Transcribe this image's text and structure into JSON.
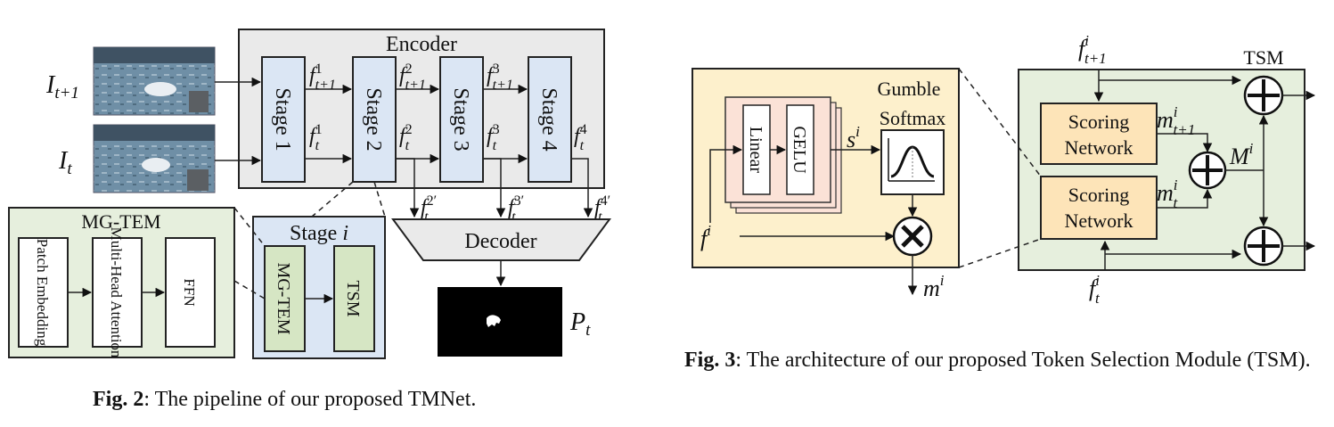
{
  "fig2": {
    "encoder_title": "Encoder",
    "input_next": "I",
    "input_next_sub": "t+1",
    "input_cur": "I",
    "input_cur_sub": "t",
    "stage1": "Stage 1",
    "stage2": "Stage 2",
    "stage3": "Stage 3",
    "stage4": "Stage 4",
    "f": "f",
    "sup1": "1",
    "sup2": "2",
    "sup3": "3",
    "sup4": "4",
    "sub_next": "t+1",
    "sub_cur": "t",
    "sup2p": "2′",
    "sup3p": "3′",
    "sup4p": "4′",
    "decoder": "Decoder",
    "output": "P",
    "output_sub": "t",
    "mgtem_title": "MG-TEM",
    "patch_embedding": "Patch Embedding",
    "multi_head_attention": "Multi-Head Attention",
    "ffn": "FFN",
    "stage_i_title": "Stage",
    "stage_i_var": "i",
    "stage_mgtem": "MG-TEM",
    "stage_tsm": "TSM",
    "caption_label": "Fig. 2",
    "caption_text": ": The pipeline of our proposed TMNet."
  },
  "fig3": {
    "linear": "Linear",
    "gelu": "GELU",
    "gumble": "Gumble",
    "softmax": "Softmax",
    "s": "s",
    "i": "i",
    "f": "f",
    "m": "m",
    "M": "M",
    "tsm_title": "TSM",
    "scoring": "Scoring",
    "network": "Network",
    "sub_next": "t+1",
    "sub_cur": "t",
    "caption_label": "Fig. 3",
    "caption_text": ":  The architecture of our proposed Token Selection Module (TSM)."
  },
  "colors": {
    "encoder_bg": "#eaeaea",
    "stage_blue": "#dbe6f4",
    "green_bg": "#e6efdd",
    "green_box": "#d6e6c4",
    "yellow_bg": "#fdf0cc",
    "pink_box": "#fbe2d7",
    "orange_box": "#fde4b8"
  }
}
